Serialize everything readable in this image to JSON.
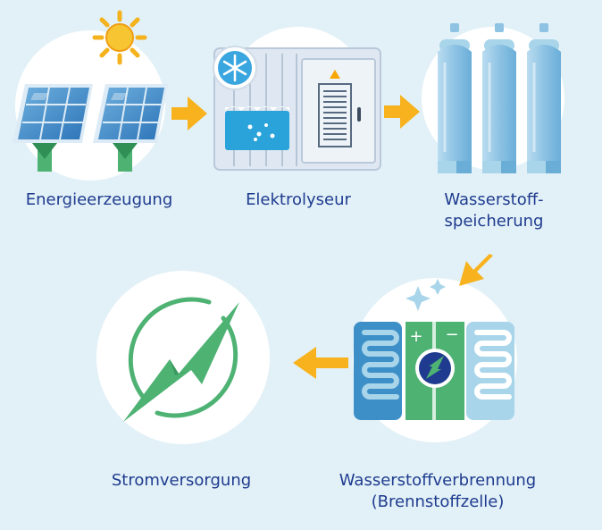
{
  "steps": [
    {
      "id": "energy",
      "label": "Energieerzeugung"
    },
    {
      "id": "electrolyzer",
      "label": "Elektrolyseur"
    },
    {
      "id": "storage",
      "label_line1": "Wasserstoff-",
      "label_line2": "speicherung"
    },
    {
      "id": "fuelcell",
      "label_line1": "Wasserstoffverbrennung",
      "label_line2": "(Brennstoffzelle)"
    },
    {
      "id": "power",
      "label": "Stromversorgung"
    }
  ],
  "colors": {
    "background": "#e2f1f7",
    "circle": "#ffffff",
    "arrow": "#f7b21e",
    "label": "#1f3b8f",
    "green": "#4eb273",
    "blue": "#3d8fc8",
    "light_blue": "#a9d5ea"
  },
  "icons": [
    "sun-icon",
    "solar-panel-icon",
    "snowflake-icon",
    "electrolyzer-icon",
    "gas-cylinder-icon",
    "fuel-cell-icon",
    "lightning-icon",
    "arrow-icon"
  ]
}
